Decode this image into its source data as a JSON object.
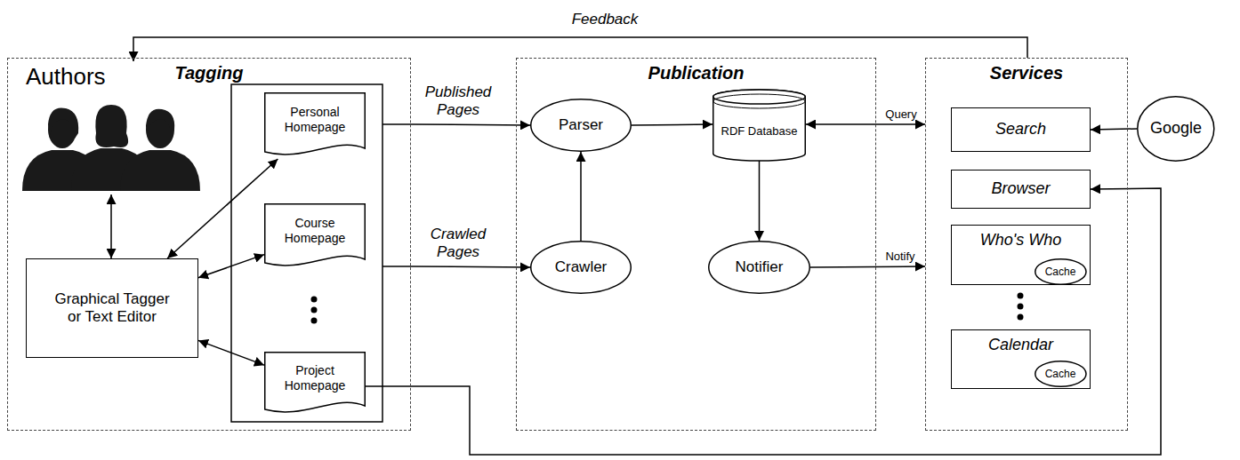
{
  "diagram": {
    "nodes": [
      {
        "text": [
          "Tagging"
        ]
      },
      {
        "text": [
          "Authors"
        ],
        "in": 0
      },
      {
        "text": [
          "Graphical Tagger or Text Editor"
        ],
        "in": 0
      },
      {
        "text": [
          "Personal Homepage"
        ],
        "in": 0
      },
      {
        "text": [
          "Course Homepage"
        ],
        "in": 0
      },
      {
        "text": [
          "Project Homepage"
        ],
        "in": 0
      },
      {
        "text": [
          "Publication"
        ]
      },
      {
        "text": [
          "Parser"
        ],
        "in": 6
      },
      {
        "text": [
          "RDF Database"
        ],
        "in": 6
      },
      {
        "text": [
          "Crawler"
        ],
        "in": 6
      },
      {
        "text": [
          "Notifier"
        ],
        "in": 6
      },
      {
        "text": [
          "Services"
        ]
      },
      {
        "text": [
          "Search"
        ],
        "in": 11
      },
      {
        "text": [
          "Browser"
        ],
        "in": 11
      },
      {
        "text": [
          "Who's Who"
        ],
        "in": 11
      },
      {
        "text": [
          "Cache"
        ],
        "in": 14
      },
      {
        "text": [
          "Calendar"
        ],
        "in": 11
      },
      {
        "text": [
          "Cache"
        ],
        "in": 16
      },
      {
        "text": [
          "Google"
        ]
      }
    ],
    "edges": [
      {
        "from": 1,
        "to": 2,
        "arrow": "both"
      },
      {
        "from": 2,
        "to": 3,
        "arrow": "both"
      },
      {
        "from": 2,
        "to": 4,
        "arrow": "both"
      },
      {
        "from": 2,
        "to": 5,
        "arrow": "both"
      },
      {
        "from": 0,
        "to": 7,
        "label": "Published Pages",
        "arrow": "to"
      },
      {
        "from": 0,
        "to": 9,
        "label": "Crawled Pages",
        "arrow": "to"
      },
      {
        "from": 9,
        "to": 7,
        "arrow": "to"
      },
      {
        "from": 7,
        "to": 8,
        "arrow": "to"
      },
      {
        "from": 8,
        "to": 11,
        "label": "Query",
        "arrow": "both"
      },
      {
        "from": 8,
        "to": 10,
        "arrow": "to"
      },
      {
        "from": 10,
        "to": 11,
        "label": "Notify",
        "arrow": "to"
      },
      {
        "from": 18,
        "to": 12,
        "arrow": "to"
      },
      {
        "from": 11,
        "to": 1,
        "label": "Feedback",
        "arrow": "to"
      },
      {
        "from": 5,
        "to": 13,
        "arrow": "to"
      }
    ]
  }
}
